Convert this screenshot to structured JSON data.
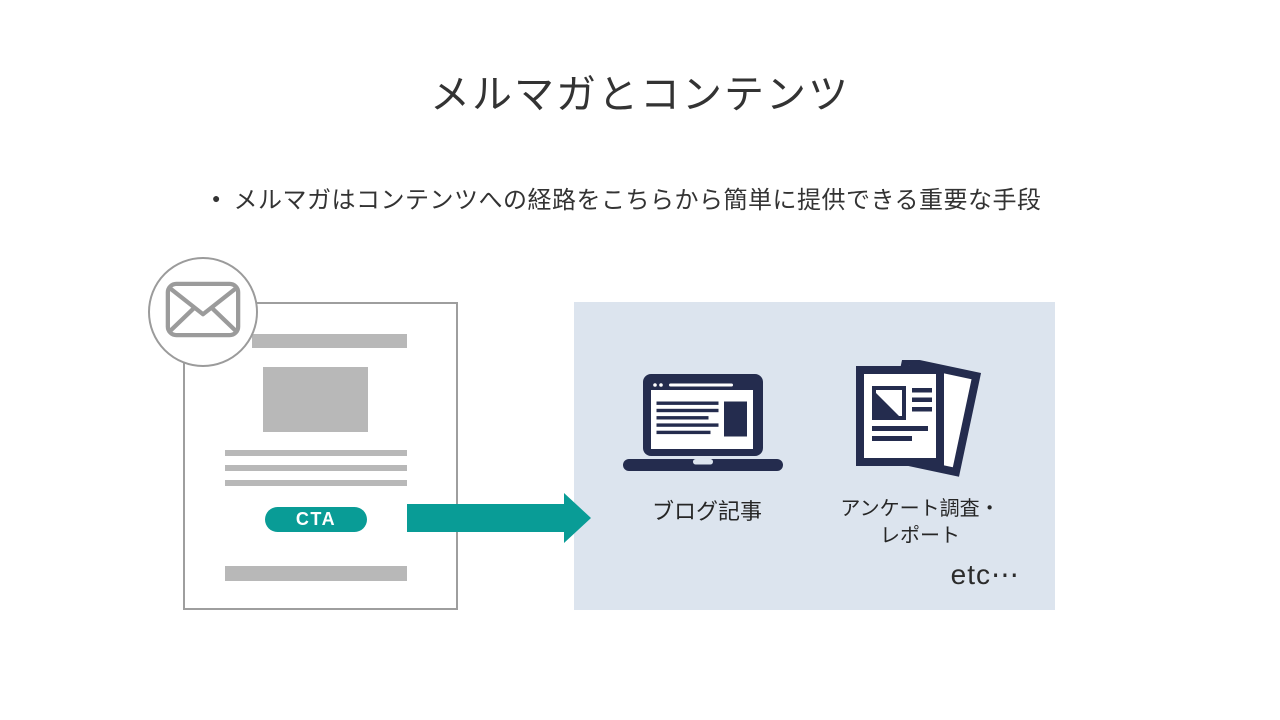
{
  "slide": {
    "title": "メルマガとコンテンツ",
    "bullet": {
      "marker": "●",
      "text": "メルマガはコンテンツへの経路をこちらから簡単に提供できる重要な手段"
    }
  },
  "newsletter_mock": {
    "icon": "envelope-icon",
    "cta_label": "CTA"
  },
  "content_panel": {
    "items": [
      {
        "icon": "laptop-icon",
        "label": "ブログ記事"
      },
      {
        "icon": "documents-icon",
        "label_line1": "アンケート調査・",
        "label_line2": "レポート"
      }
    ],
    "etc_label": "etc⋯"
  },
  "colors": {
    "teal": "#099c96",
    "navy": "#242c4e",
    "panel_blue": "#dce4ee",
    "bar_gray": "#b8b8b8",
    "outline_gray": "#9b9b9b",
    "text": "#333333"
  }
}
